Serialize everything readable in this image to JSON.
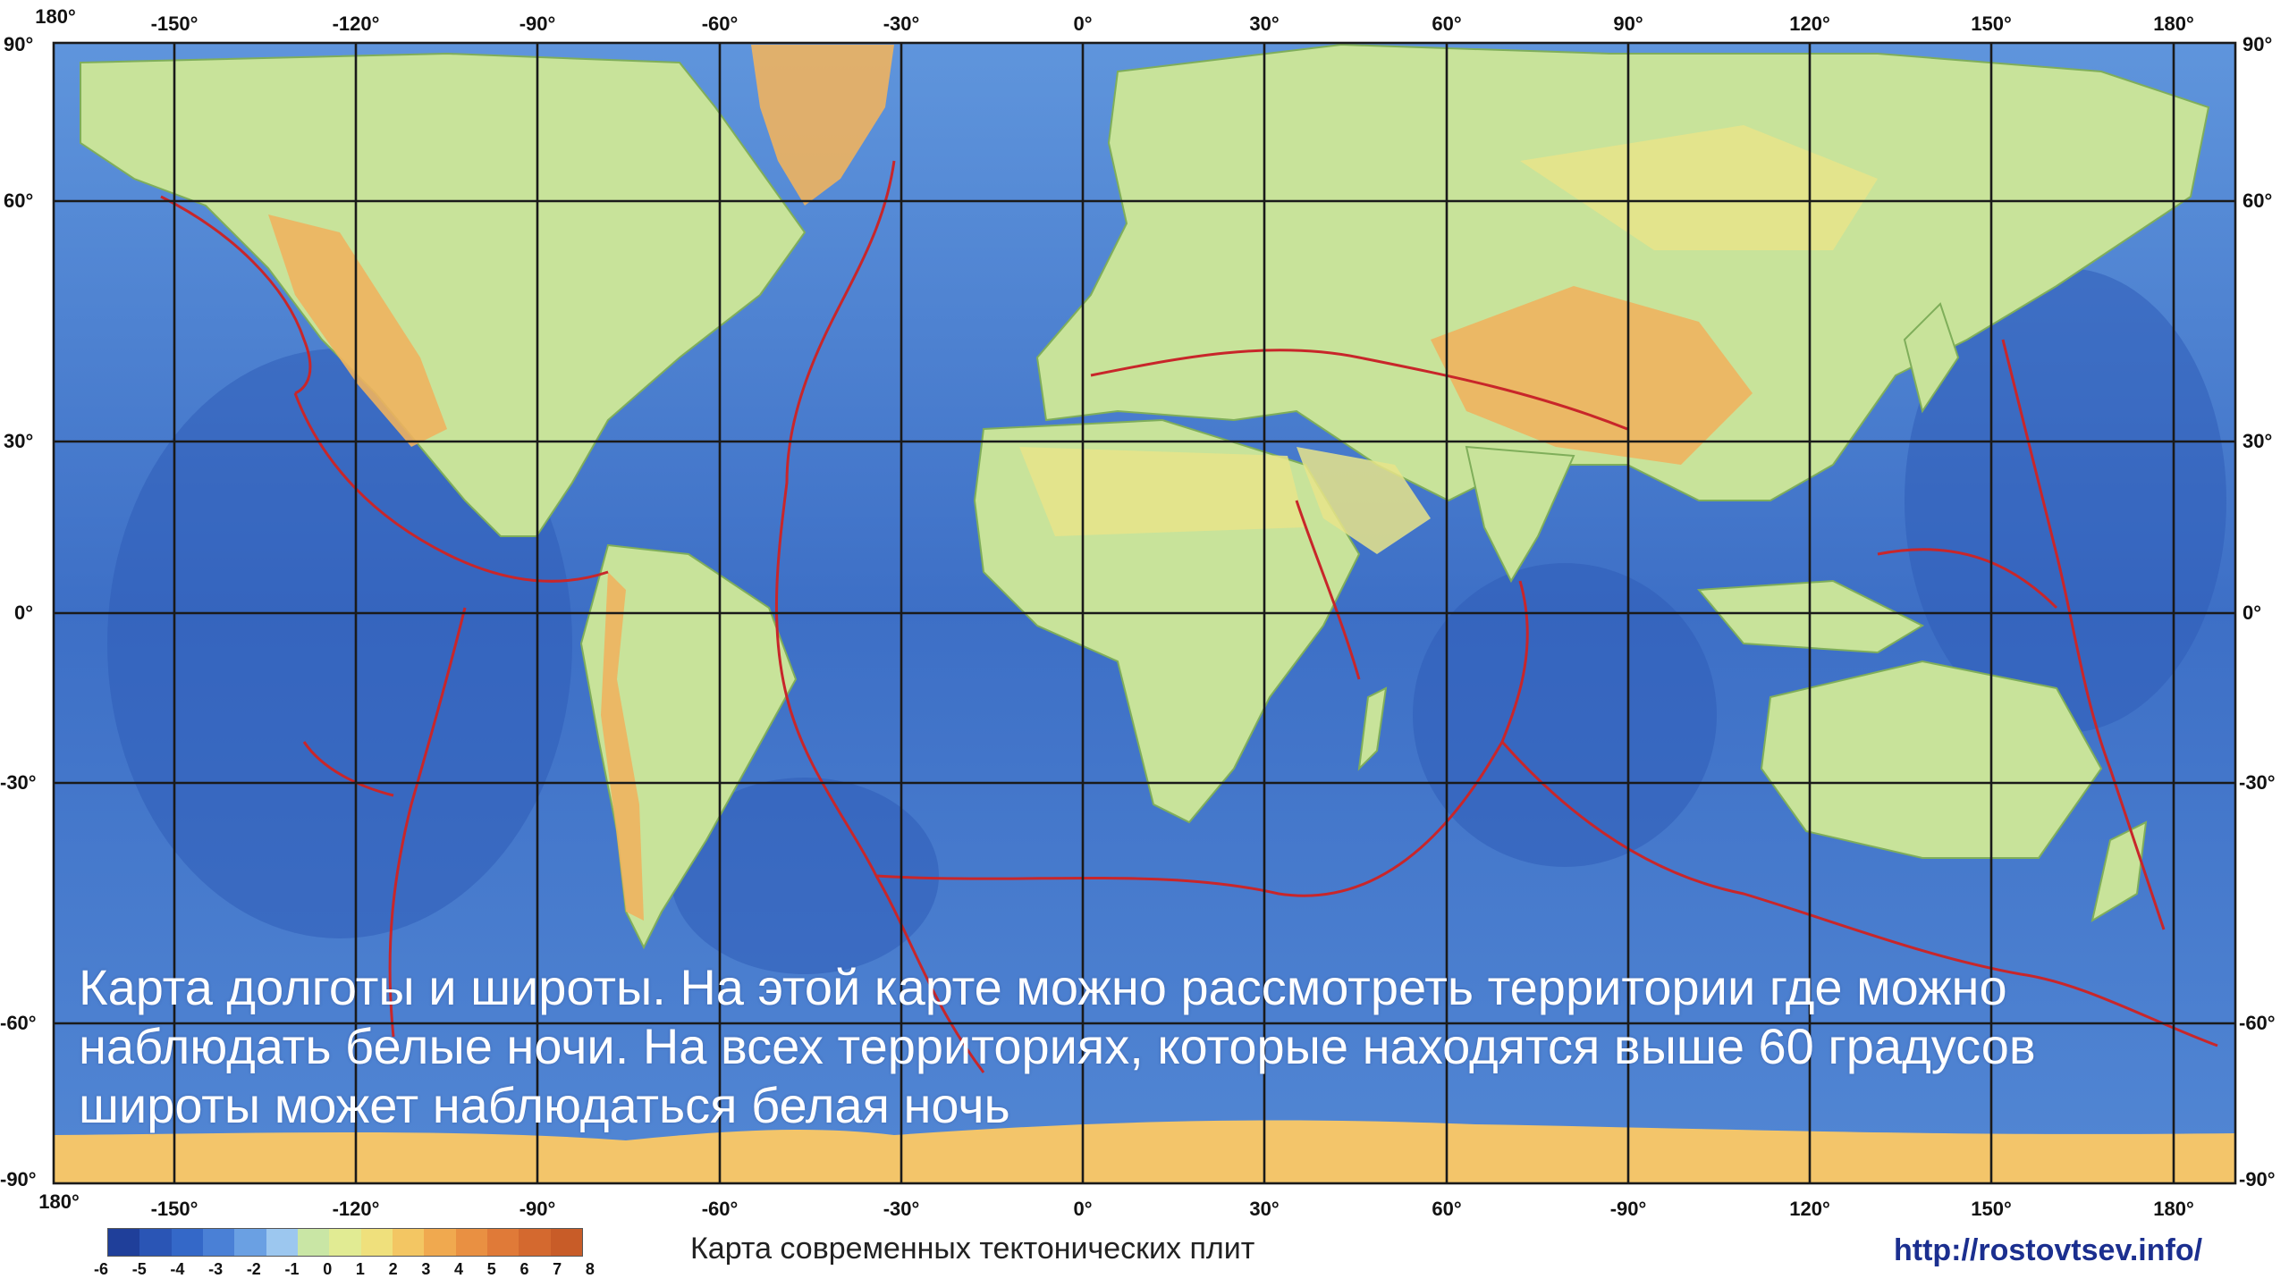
{
  "map": {
    "longitude_labels": [
      "180°",
      "-150°",
      "-120°",
      "-90°",
      "-60°",
      "-30°",
      "0°",
      "30°",
      "60°",
      "90°",
      "120°",
      "150°",
      "180°"
    ],
    "bottom_longitude_labels": [
      "180°",
      "-150°",
      "-120°",
      "-90°",
      "-60°",
      "-30°",
      "0°",
      "30°",
      "60°",
      "-90°",
      "120°",
      "150°",
      "180°"
    ],
    "latitude_labels_left": [
      "90°",
      "60°",
      "30°",
      "0°",
      "-30°",
      "-60°",
      "-90°"
    ],
    "latitude_labels_right": [
      "90°",
      "60°",
      "30°",
      "0°",
      "-30°",
      "-60°",
      "-90°"
    ],
    "overlay_text": "Карта долготы и широты. На этой карте можно рассмотреть  территории где можно наблюдать белые ночи. На всех территориях, которые находятся выше 60 градусов широты может наблюдаться белая ночь",
    "caption": "Карта современных тектонических плит",
    "source_url": "http://rostovtsev.info/"
  },
  "legend": {
    "ticks": [
      "-6",
      "-5",
      "-4",
      "-3",
      "-2",
      "-1",
      "0",
      "1",
      "2",
      "3",
      "4",
      "5",
      "6",
      "7",
      "8"
    ],
    "colors": [
      "#1f3f9a",
      "#2a55b5",
      "#3468c8",
      "#4a80d6",
      "#6aa0e3",
      "#9cc7ef",
      "#c9e6a5",
      "#e1eb93",
      "#efe07c",
      "#f3c663",
      "#f0a94f",
      "#e99042",
      "#e07a38",
      "#d4692f",
      "#c85c28"
    ]
  },
  "colors": {
    "ocean_deep": "#2a58b8",
    "ocean_shallow": "#8fc1ee",
    "land_low": "#c8e39a",
    "land_high": "#eeb25f",
    "plate_boundary": "#c8262a",
    "grid": "#1a1a1a"
  }
}
